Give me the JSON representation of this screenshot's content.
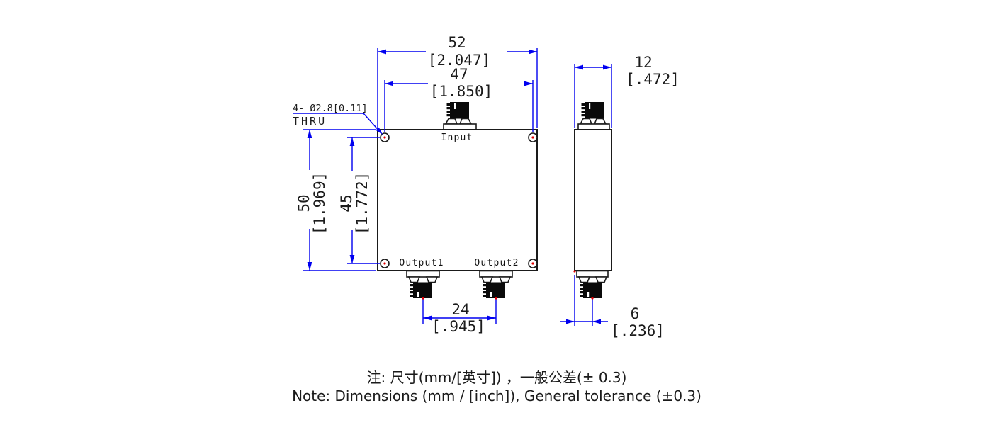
{
  "drawing": {
    "labels": {
      "input": "Input",
      "output1": "Output1",
      "output2": "Output2"
    },
    "hole_callout": {
      "line1": "4- Ø2.8[0.11]",
      "line2": "THRU"
    },
    "dimensions": {
      "front_width": {
        "mm": "52",
        "inch": "[2.047]"
      },
      "hole_span_h": {
        "mm": "47",
        "inch": "[1.850]"
      },
      "front_height": {
        "mm": "50",
        "inch": "[1.969]"
      },
      "hole_span_v": {
        "mm": "45",
        "inch": "[1.772]"
      },
      "output_spacing": {
        "mm": "24",
        "inch": "[.945]"
      },
      "side_width": {
        "mm": "12",
        "inch": "[.472]"
      },
      "side_offset": {
        "mm": "6",
        "inch": "[.236]"
      }
    },
    "notes": {
      "line1_zh": "注: 尺寸(mm/[英寸]) ，一般公差(± 0.3)",
      "line2_en": "Note: Dimensions (mm / [inch]), General tolerance (±0.3)"
    },
    "colors": {
      "dimension_line": "#0000f0",
      "outline": "#1a1a1a",
      "endpoint_marker": "#e00000",
      "background": "#ffffff"
    }
  }
}
